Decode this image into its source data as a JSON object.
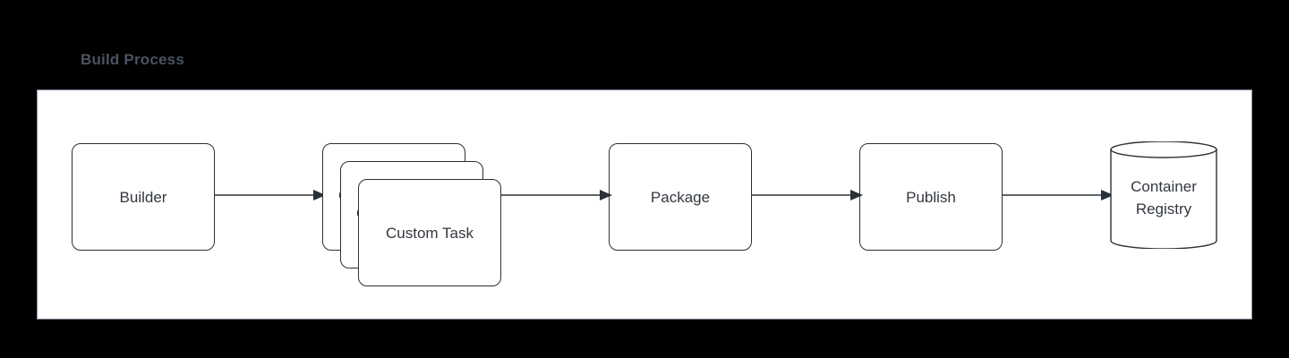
{
  "diagram": {
    "type": "flow-diagram",
    "group": {
      "title": "Build Process",
      "title_color": "#4b5360",
      "fill": "#ffffff",
      "border_color": "#8a93a0"
    },
    "background_color": "#000000",
    "node_border_color": "#2a3039",
    "node_text_color": "#32383f",
    "connector_color": "#2a3039",
    "nodes": [
      {
        "id": "builder",
        "label": "Builder",
        "shape": "rounded-rect"
      },
      {
        "id": "custom-task",
        "label": "Custom Task",
        "shape": "stacked-rounded-rect",
        "stack_count": 3
      },
      {
        "id": "package",
        "label": "Package",
        "shape": "rounded-rect"
      },
      {
        "id": "publish",
        "label": "Publish",
        "shape": "rounded-rect"
      },
      {
        "id": "container-registry",
        "label": "Container\nRegistry",
        "shape": "cylinder"
      }
    ],
    "edges": [
      {
        "id": "e1",
        "from": "builder",
        "to": "custom-task",
        "arrow": "single"
      },
      {
        "id": "e2",
        "from": "custom-task",
        "to": "package",
        "arrow": "single"
      },
      {
        "id": "e3",
        "from": "package",
        "to": "publish",
        "arrow": "single"
      },
      {
        "id": "e4",
        "from": "publish",
        "to": "container-registry",
        "arrow": "single"
      }
    ]
  }
}
